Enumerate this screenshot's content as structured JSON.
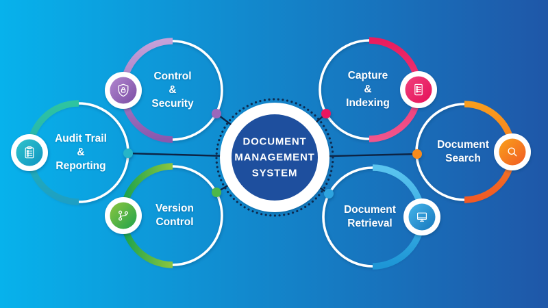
{
  "background": {
    "left": "#07b2ec",
    "right": "#1f57a8"
  },
  "connector": {
    "line_color": "#0d2444"
  },
  "center": {
    "title_lines": [
      "DOCUMENT",
      "MANAGEMENT",
      "SYSTEM"
    ],
    "fill": "#1e4f9e",
    "border_dot_color": "#0e2a4e",
    "disc_color": "#ffffff"
  },
  "nodes": [
    {
      "id": "control-security",
      "label_lines": [
        "Control",
        "&",
        "Security"
      ],
      "icon": "shield-lock-icon",
      "arc": [
        "#c5a1d9",
        "#8a58ae"
      ],
      "badge": [
        "#b186ce",
        "#7b4da4"
      ],
      "dot": "#9a67bb"
    },
    {
      "id": "audit-trail-reporting",
      "label_lines": [
        "Audit Trail",
        "&",
        "Reporting"
      ],
      "icon": "clipboard-checklist-icon",
      "arc": [
        "#2ec4a0",
        "#1d9fc4"
      ],
      "badge": [
        "#2fc3cb",
        "#0f95c2"
      ],
      "dot": "#25b5c8"
    },
    {
      "id": "version-control",
      "label_lines": [
        "Version",
        "Control"
      ],
      "icon": "branch-icon",
      "arc": [
        "#1aa24c",
        "#8dc63f"
      ],
      "badge": [
        "#8cc63f",
        "#1fa24b"
      ],
      "dot": "#4db848"
    },
    {
      "id": "capture-indexing",
      "label_lines": [
        "Capture",
        "&",
        "Indexing"
      ],
      "icon": "document-index-icon",
      "arc": [
        "#ea1c5e",
        "#f0558c"
      ],
      "badge": [
        "#f0407c",
        "#e50f58"
      ],
      "dot": "#e8195f"
    },
    {
      "id": "document-search",
      "label_lines": [
        "Document",
        "Search"
      ],
      "icon": "search-icon",
      "arc": [
        "#f99d1d",
        "#f15a25"
      ],
      "badge": [
        "#f9a11b",
        "#f15a25"
      ],
      "dot": "#f68b1f"
    },
    {
      "id": "document-retrieval",
      "label_lines": [
        "Document",
        "Retrieval"
      ],
      "icon": "monitor-icon",
      "arc": [
        "#5ac4ef",
        "#1d96d6"
      ],
      "badge": [
        "#45b5ea",
        "#1677bd"
      ],
      "dot": "#2ea4df"
    }
  ]
}
